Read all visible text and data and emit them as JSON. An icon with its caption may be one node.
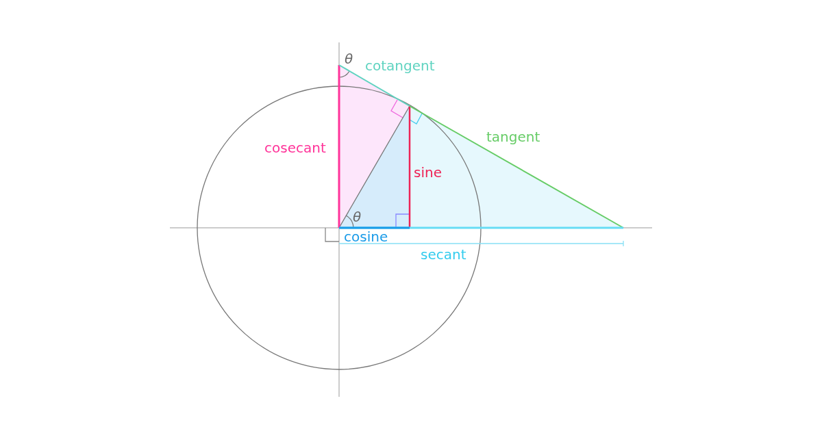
{
  "diagram": {
    "labels": [
      "θ",
      "cotangent",
      "tangent",
      "cosecant",
      "sine",
      "θ",
      "cosine",
      "secant"
    ]
  }
}
